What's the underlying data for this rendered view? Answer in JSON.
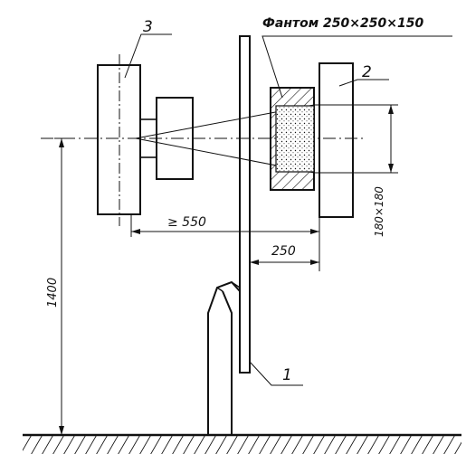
{
  "labels": {
    "phantom": "Фантом 250×250×150",
    "item_1": "1",
    "item_2": "2",
    "item_3": "3",
    "dim_min_550": "≥ 550",
    "dim_250": "250",
    "dim_180x180": "180×180",
    "dim_1400": "1400"
  }
}
